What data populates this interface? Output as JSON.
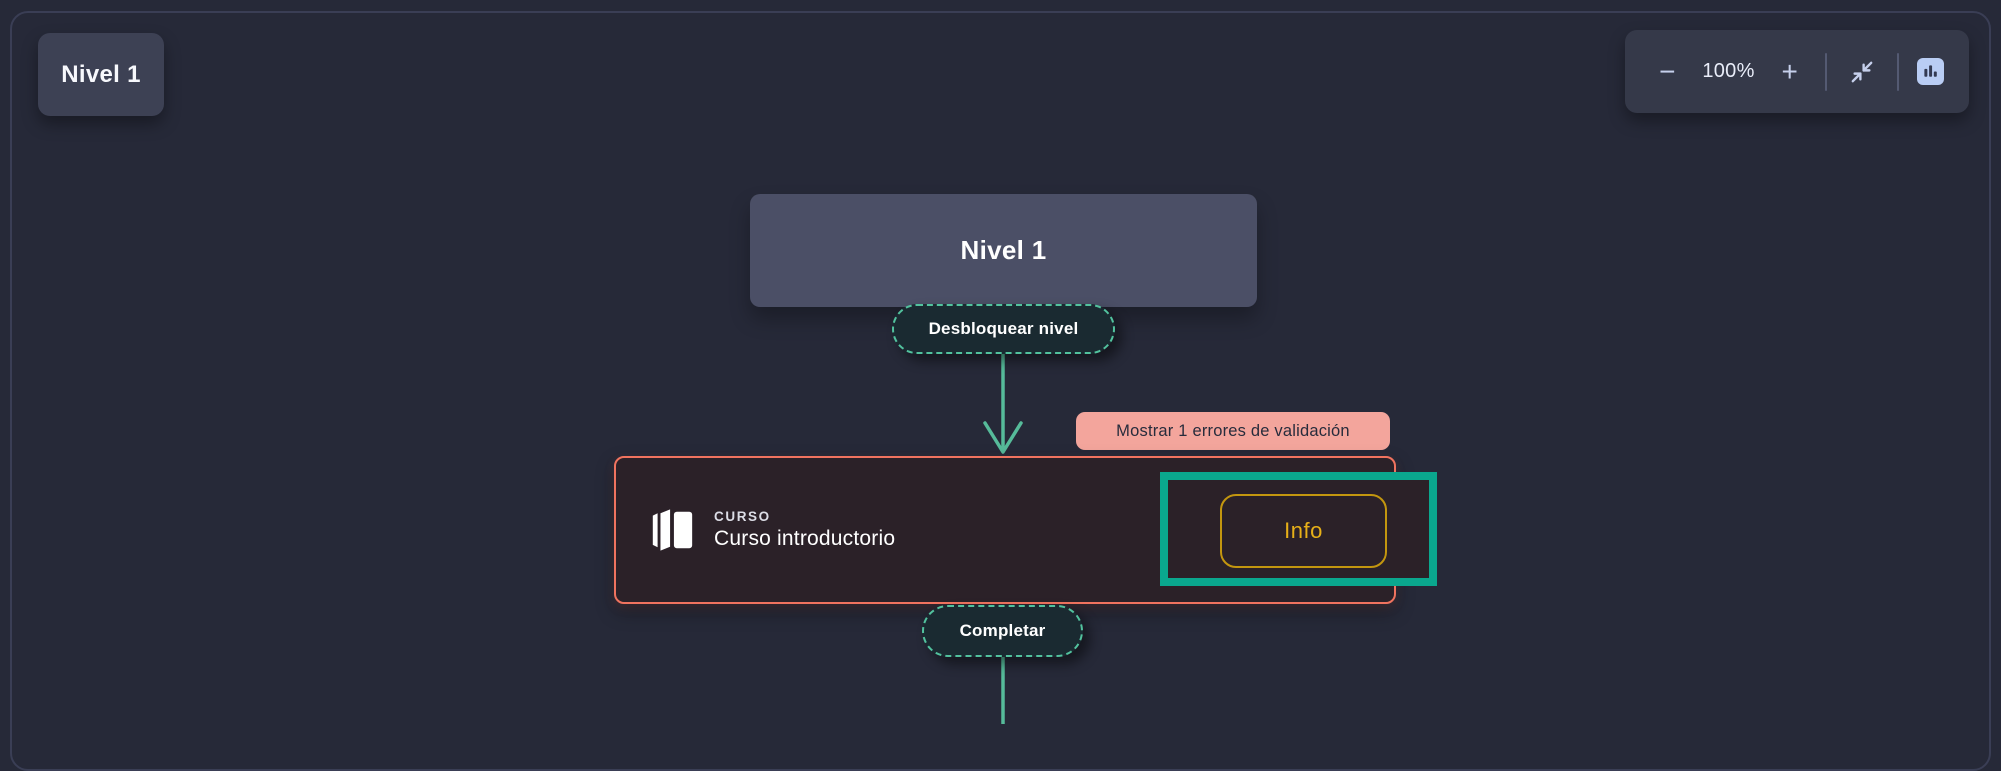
{
  "colors": {
    "background": "#262938",
    "edge_green": "#56bb9a",
    "highlight_green": "#0aa78e",
    "card_border_red": "#f0735f",
    "validation_salmon": "#f3a59c",
    "info_gold": "#e7b018",
    "node_fill": "#4b4f66",
    "chart_button_blue": "#b9cdf4"
  },
  "level_badge": {
    "label": "Nivel 1"
  },
  "toolbar": {
    "zoom_out_label": "−",
    "zoom_level": "100%",
    "zoom_in_label": "+"
  },
  "flow": {
    "level_node": {
      "label": "Nivel 1"
    },
    "unlock_edge_label": "Desbloquear nivel",
    "validation_badge_label": "Mostrar 1 errores de validación",
    "course_card": {
      "type_label": "CURSO",
      "title": "Curso introductorio",
      "info_button_label": "Info"
    },
    "complete_edge_label": "Completar"
  }
}
